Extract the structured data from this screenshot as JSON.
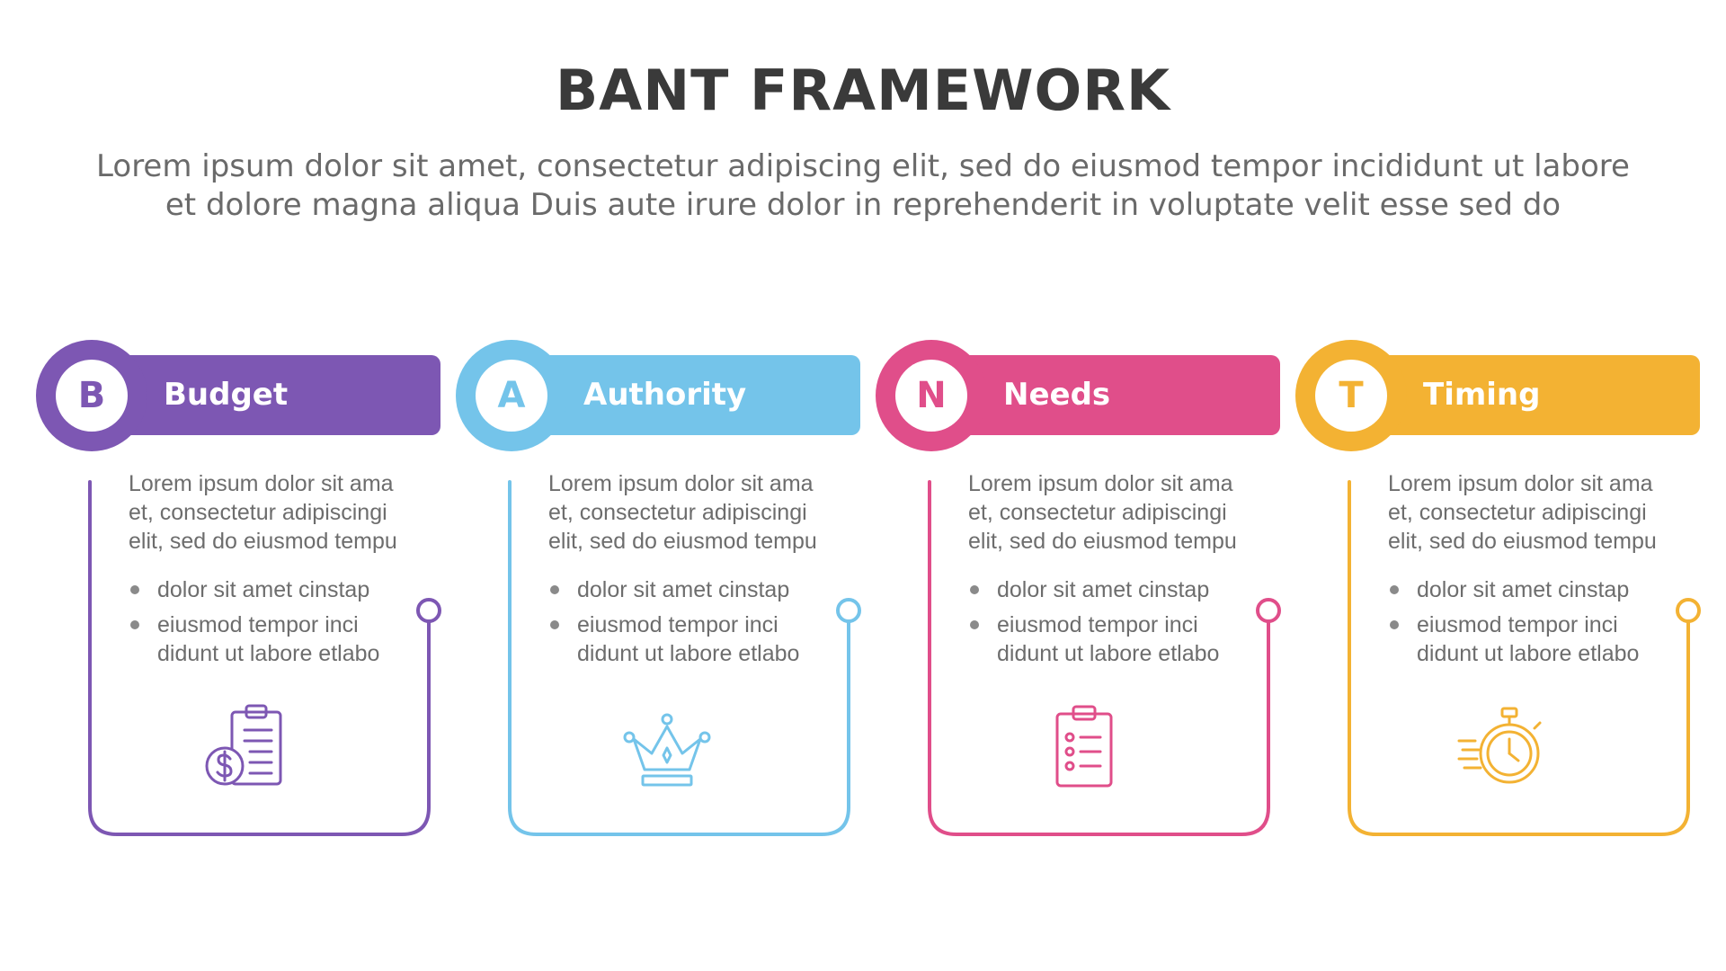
{
  "title": "BANT FRAMEWORK",
  "subtitle": {
    "line1": "Lorem ipsum dolor sit amet, consectetur adipiscing elit, sed do eiusmod tempor incididunt ut labore",
    "line2": "et dolore magna aliqua Duis aute irure dolor in reprehenderit in voluptate velit esse sed do"
  },
  "cards": [
    {
      "letter": "B",
      "label": "Budget",
      "color": "#7d57b3",
      "icon": "clipboard-dollar-icon",
      "description": {
        "line1": "Lorem ipsum dolor sit ama",
        "line2": "et, consectetur adipiscingi",
        "line3": "elit, sed do eiusmod tempu"
      },
      "bullets": [
        {
          "line1": "dolor sit amet cinstap"
        },
        {
          "line1": "eiusmod tempor inci",
          "line2": "didunt ut labore etlabo"
        }
      ]
    },
    {
      "letter": "A",
      "label": "Authority",
      "color": "#74c4ea",
      "icon": "crown-icon",
      "description": {
        "line1": "Lorem ipsum dolor sit ama",
        "line2": "et, consectetur adipiscingi",
        "line3": "elit, sed do eiusmod tempu"
      },
      "bullets": [
        {
          "line1": "dolor sit amet cinstap"
        },
        {
          "line1": "eiusmod tempor inci",
          "line2": "didunt ut labore etlabo"
        }
      ]
    },
    {
      "letter": "N",
      "label": "Needs",
      "color": "#e04e8a",
      "icon": "checklist-clipboard-icon",
      "description": {
        "line1": "Lorem ipsum dolor sit ama",
        "line2": "et, consectetur adipiscingi",
        "line3": "elit, sed do eiusmod tempu"
      },
      "bullets": [
        {
          "line1": "dolor sit amet cinstap"
        },
        {
          "line1": "eiusmod tempor inci",
          "line2": "didunt ut labore etlabo"
        }
      ]
    },
    {
      "letter": "T",
      "label": "Timing",
      "color": "#f3b233",
      "icon": "stopwatch-icon",
      "description": {
        "line1": "Lorem ipsum dolor sit ama",
        "line2": "et, consectetur adipiscingi",
        "line3": "elit, sed do eiusmod tempu"
      },
      "bullets": [
        {
          "line1": "dolor sit amet cinstap"
        },
        {
          "line1": "eiusmod tempor inci",
          "line2": "didunt ut labore etlabo"
        }
      ]
    }
  ]
}
